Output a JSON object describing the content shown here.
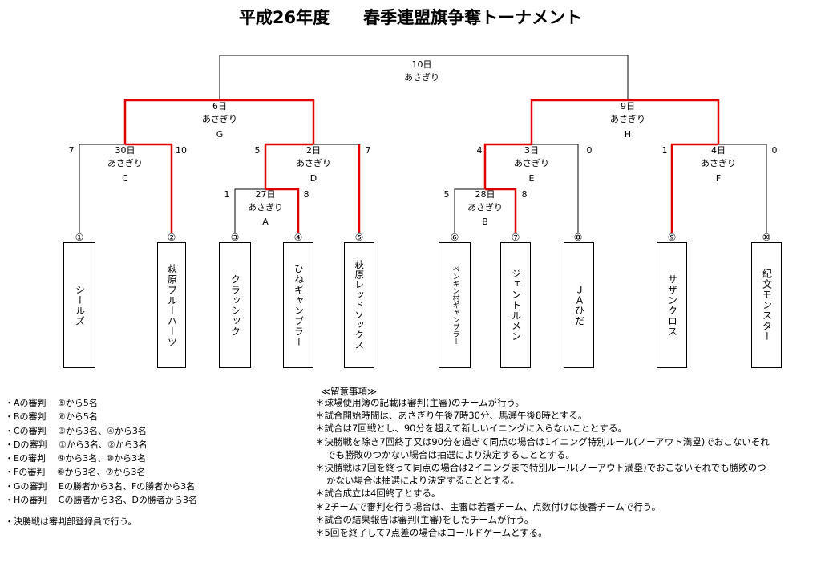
{
  "title": "平成26年度　　春季連盟旗争奪トーナメント",
  "teams": [
    {
      "num": "①",
      "name": "シールズ"
    },
    {
      "num": "②",
      "name": "萩原ブルーハーツ"
    },
    {
      "num": "③",
      "name": "クラッシック"
    },
    {
      "num": "④",
      "name": "ひねギャンブラー"
    },
    {
      "num": "⑤",
      "name": "萩原レッドソックス"
    },
    {
      "num": "⑥",
      "name": "ベンギン村ギャンブラー"
    },
    {
      "num": "⑦",
      "name": "ジェントルメン"
    },
    {
      "num": "⑧",
      "name": "ＪＡひだ"
    },
    {
      "num": "⑨",
      "name": "サザンクロス"
    },
    {
      "num": "⑩",
      "name": "紀文モンスター"
    }
  ],
  "games": [
    {
      "date": "27日",
      "venue": "あさぎり",
      "code": "A",
      "left_score": "1",
      "right_score": "8"
    },
    {
      "date": "28日",
      "venue": "あさぎり",
      "code": "B",
      "left_score": "5",
      "right_score": "8"
    },
    {
      "date": "30日",
      "venue": "あさぎり",
      "code": "C",
      "left_score": "7",
      "right_score": "10"
    },
    {
      "date": "2日",
      "venue": "あさぎり",
      "code": "D",
      "left_score": "5",
      "right_score": "7"
    },
    {
      "date": "3日",
      "venue": "あさぎり",
      "code": "E",
      "left_score": "4",
      "right_score": "0"
    },
    {
      "date": "4日",
      "venue": "あさぎり",
      "code": "F",
      "left_score": "1",
      "right_score": "0"
    },
    {
      "date": "6日",
      "venue": "あさぎり",
      "code": "G"
    },
    {
      "date": "9日",
      "venue": "あさぎり",
      "code": "H"
    },
    {
      "date": "10日",
      "venue": "あさぎり"
    }
  ],
  "umpires": [
    "・Aの審判　 ⑤から5名",
    "・Bの審判　 ⑧から5名",
    "・Cの審判　 ③から3名、④から3名",
    "・Dの審判　 ①から3名、②から3名",
    "・Eの審判　 ⑨から3名、⑩から3名",
    "・Fの審判　 ⑥から3名、⑦から3名",
    "・Gの審判　 Eの勝者から3名、Fの勝者から3名",
    "・Hの審判　 Cの勝者から3名、Dの勝者から3名"
  ],
  "final_note": "・決勝戦は審判部登録員で行う。",
  "notes_title": "≪留意事項≫",
  "notes": [
    "＊球場使用簿の記載は審判(主審)のチームが行う。",
    "＊試合開始時間は、あさぎり午後7時30分、馬瀬午後8時とする。",
    "＊試合は7回戦とし、90分を超えて新しいイニングに入らないこととする。",
    "＊決勝戦を除き7回終了又は90分を過ぎて同点の場合は1イニング特別ルール(ノーアウト満塁)でおこないそれでも勝敗のつかない場合は抽選により決定することとする。",
    "＊決勝戦は7回を終って同点の場合は2イニングまで特別ルール(ノーアウト満塁)でおこないそれでも勝敗のつかない場合は抽選により決定することとする。",
    "＊試合成立は4回終了とする。",
    "＊2チームで審判を行う場合は、主審は若番チーム、点数付けは後番チームで行う。",
    "＊試合の結果報告は審判(主審)をしたチームが行う。",
    "＊5回を終了して7点差の場合はコールドゲームとする。"
  ],
  "colors": {
    "winner_line": "#e00000",
    "line": "#000000"
  }
}
